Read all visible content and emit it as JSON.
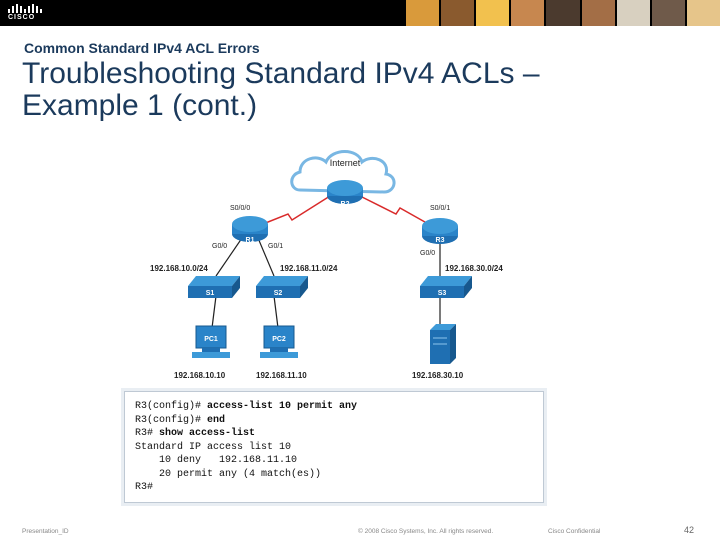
{
  "header": {
    "logo_text": "CISCO",
    "photo_colors": [
      "#d99a3b",
      "#8a5a2e",
      "#f2c14e",
      "#c7874f",
      "#4b3a2e",
      "#a36e46",
      "#d8d0c0",
      "#6f5a4a",
      "#e6c58a"
    ]
  },
  "slide": {
    "subtitle": "Common Standard IPv4 ACL Errors",
    "title_line1": "Troubleshooting Standard IPv4 ACLs –",
    "title_line2": "Example 1 (cont.)"
  },
  "topology": {
    "cloud_label": "Internet",
    "routers": {
      "r1": "R1",
      "r2": "R2",
      "r3": "R3"
    },
    "switches": {
      "s1": "S1",
      "s2": "S2",
      "s3": "S3"
    },
    "pcs": {
      "pc1": "PC1",
      "pc2": "PC2"
    },
    "interfaces": {
      "r1_serial": "S0/0/0",
      "r3_serial": "S0/0/1",
      "r1_g00": "G0/0",
      "r1_g01": "G0/1",
      "r3_g00": "G0/0"
    },
    "networks": {
      "net1": "192.168.10.0/24",
      "net2": "192.168.11.0/24",
      "net3": "192.168.30.0/24"
    },
    "hosts": {
      "pc1_ip": "192.168.10.10",
      "pc2_ip": "192.168.11.10",
      "server_ip": "192.168.30.10"
    }
  },
  "cli": {
    "lines": [
      {
        "prompt": "R3(config)# ",
        "cmd": "access-list 10 permit any"
      },
      {
        "prompt": "R3(config)# ",
        "cmd": "end"
      },
      {
        "prompt": "R3# ",
        "cmd": "show access-list"
      },
      {
        "prompt": "Standard IP access list 10",
        "cmd": ""
      },
      {
        "prompt": "    10 deny   192.168.11.10",
        "cmd": ""
      },
      {
        "prompt": "    20 permit any (4 match(es))",
        "cmd": ""
      },
      {
        "prompt": "R3#",
        "cmd": ""
      }
    ]
  },
  "footer": {
    "left": "Presentation_ID",
    "center": "© 2008 Cisco Systems, Inc. All rights reserved.",
    "right": "Cisco Confidential",
    "page": "42"
  },
  "colors": {
    "title": "#1b3a5c",
    "device_blue": "#1f6fb2",
    "serial_link": "#d92b2b"
  }
}
